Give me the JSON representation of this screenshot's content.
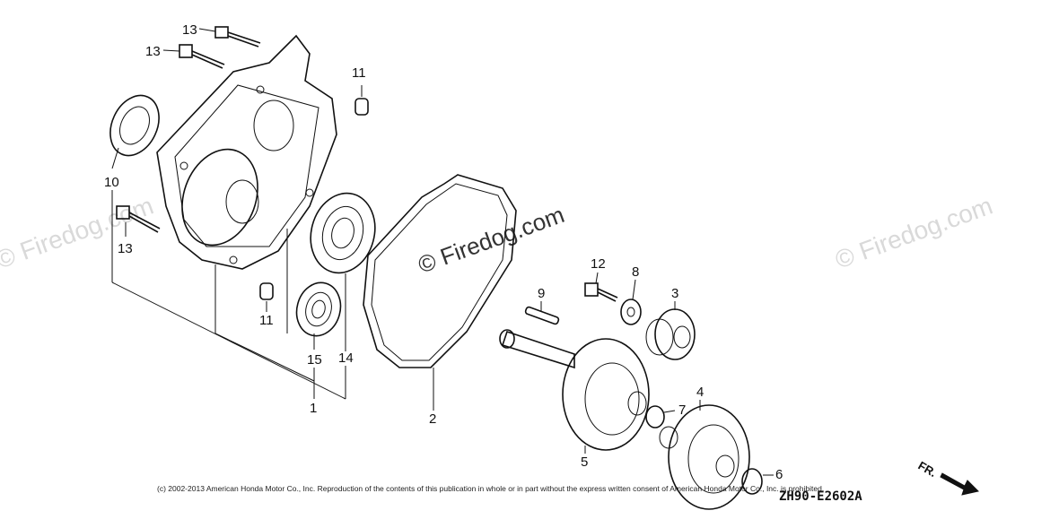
{
  "watermarks": {
    "center": "© Firedog.com",
    "left": "© Firedog.com",
    "right": "© Firedog.com"
  },
  "callouts": [
    {
      "id": "c13a",
      "label": "13"
    },
    {
      "id": "c13b",
      "label": "13"
    },
    {
      "id": "c13c",
      "label": "13"
    },
    {
      "id": "c11a",
      "label": "11"
    },
    {
      "id": "c11b",
      "label": "11"
    },
    {
      "id": "c10",
      "label": "10"
    },
    {
      "id": "c15",
      "label": "15"
    },
    {
      "id": "c14",
      "label": "14"
    },
    {
      "id": "c1",
      "label": "1"
    },
    {
      "id": "c2",
      "label": "2"
    },
    {
      "id": "c12",
      "label": "12"
    },
    {
      "id": "c8",
      "label": "8"
    },
    {
      "id": "c9",
      "label": "9"
    },
    {
      "id": "c3",
      "label": "3"
    },
    {
      "id": "c4",
      "label": "4"
    },
    {
      "id": "c7",
      "label": "7"
    },
    {
      "id": "c5",
      "label": "5"
    },
    {
      "id": "c6",
      "label": "6"
    }
  ],
  "copyright": "(c) 2002-2013 American Honda Motor Co., Inc. Reproduction of the contents of this publication in whole or in part without the express written consent of American Honda Motor Co., Inc. is prohibited.",
  "diagram_code": "ZH90-E2602A",
  "direction_label": "FR."
}
